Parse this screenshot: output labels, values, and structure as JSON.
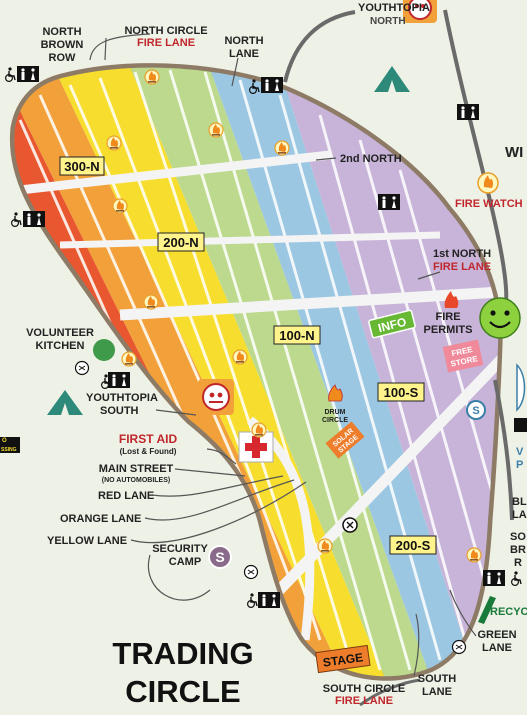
{
  "labels": {
    "youthtopia_north_1": "YOUTHTOPIA",
    "youthtopia_north_2": "NORTH",
    "north_brown_row_1": "NORTH",
    "north_brown_row_2": "BROWN",
    "north_brown_row_3": "ROW",
    "north_circle_1": "NORTH CIRCLE",
    "north_circle_2": "FIRE LANE",
    "north_lane_1": "NORTH",
    "north_lane_2": "LANE",
    "second_north": "2nd NORTH",
    "first_north_1": "1st NORTH",
    "first_north_2": "FIRE LANE",
    "fire_permits_1": "FIRE",
    "fire_permits_2": "PERMITS",
    "fire_watch": "FIRE WATCH",
    "wi_partial": "WI",
    "volunteer_kitchen_1": "VOLUNTEER",
    "volunteer_kitchen_2": "KITCHEN",
    "youthtopia_south_1": "YOUTHTOPIA",
    "youthtopia_south_2": "SOUTH",
    "first_aid_1": "FIRST AID",
    "first_aid_2": "(Lost & Found)",
    "main_street_1": "MAIN STREET",
    "main_street_2": "(NO AUTOMOBILES)",
    "red_lane": "RED LANE",
    "orange_lane": "ORANGE LANE",
    "yellow_lane": "YELLOW LANE",
    "security_camp_1": "SECURITY",
    "security_camp_2": "CAMP",
    "trading_circle_1": "TRADING",
    "trading_circle_2": "CIRCLE",
    "stage": "STAGE",
    "south_circle_1": "SOUTH CIRCLE",
    "south_circle_2": "FIRE LANE",
    "south_lane_1": "SOUTH",
    "south_lane_2": "LANE",
    "green_lane_1": "GREEN",
    "green_lane_2": "LANE",
    "recyc_partial": "RECYC",
    "drum_circle_1": "DRUM",
    "drum_circle_2": "CIRCLE",
    "solar_stage_1": "SOLAR",
    "solar_stage_2": "STAGE",
    "info": "INFO",
    "free_store_1": "FREE",
    "free_store_2": "STORE",
    "edge_bl_1": "BL",
    "edge_bl_2": "LA",
    "edge_so_1": "SO",
    "edge_so_2": "BR",
    "edge_so_3": "R",
    "edge_v_1": "V",
    "edge_v_2": "P",
    "edge_ssing": "SSING",
    "edge_o": "O"
  },
  "section_tags": {
    "s300n": "300-N",
    "s200n": "200-N",
    "s100n": "100-N",
    "s100s": "100-S",
    "s200s": "200-S"
  },
  "colors": {
    "background": "#eef1e6",
    "brown_row": "#8e7b66",
    "red": "#e8572f",
    "orange": "#f2a03a",
    "yellow": "#f7de2e",
    "green": "#bcd98d",
    "blue": "#9cc7e2",
    "lavender": "#c7b4d8",
    "lane": "#ffffff",
    "fire_lane_text": "#c0272d",
    "tag_yellow": "#fff38c",
    "info_green": "#67b832",
    "stage_orange": "#ee7d2b"
  },
  "icons": [
    "campfire-icon",
    "restroom-icon",
    "accessible-icon",
    "tent-icon",
    "smiley-icon",
    "first-aid-icon",
    "shuttle-icon",
    "recycle-icon"
  ]
}
